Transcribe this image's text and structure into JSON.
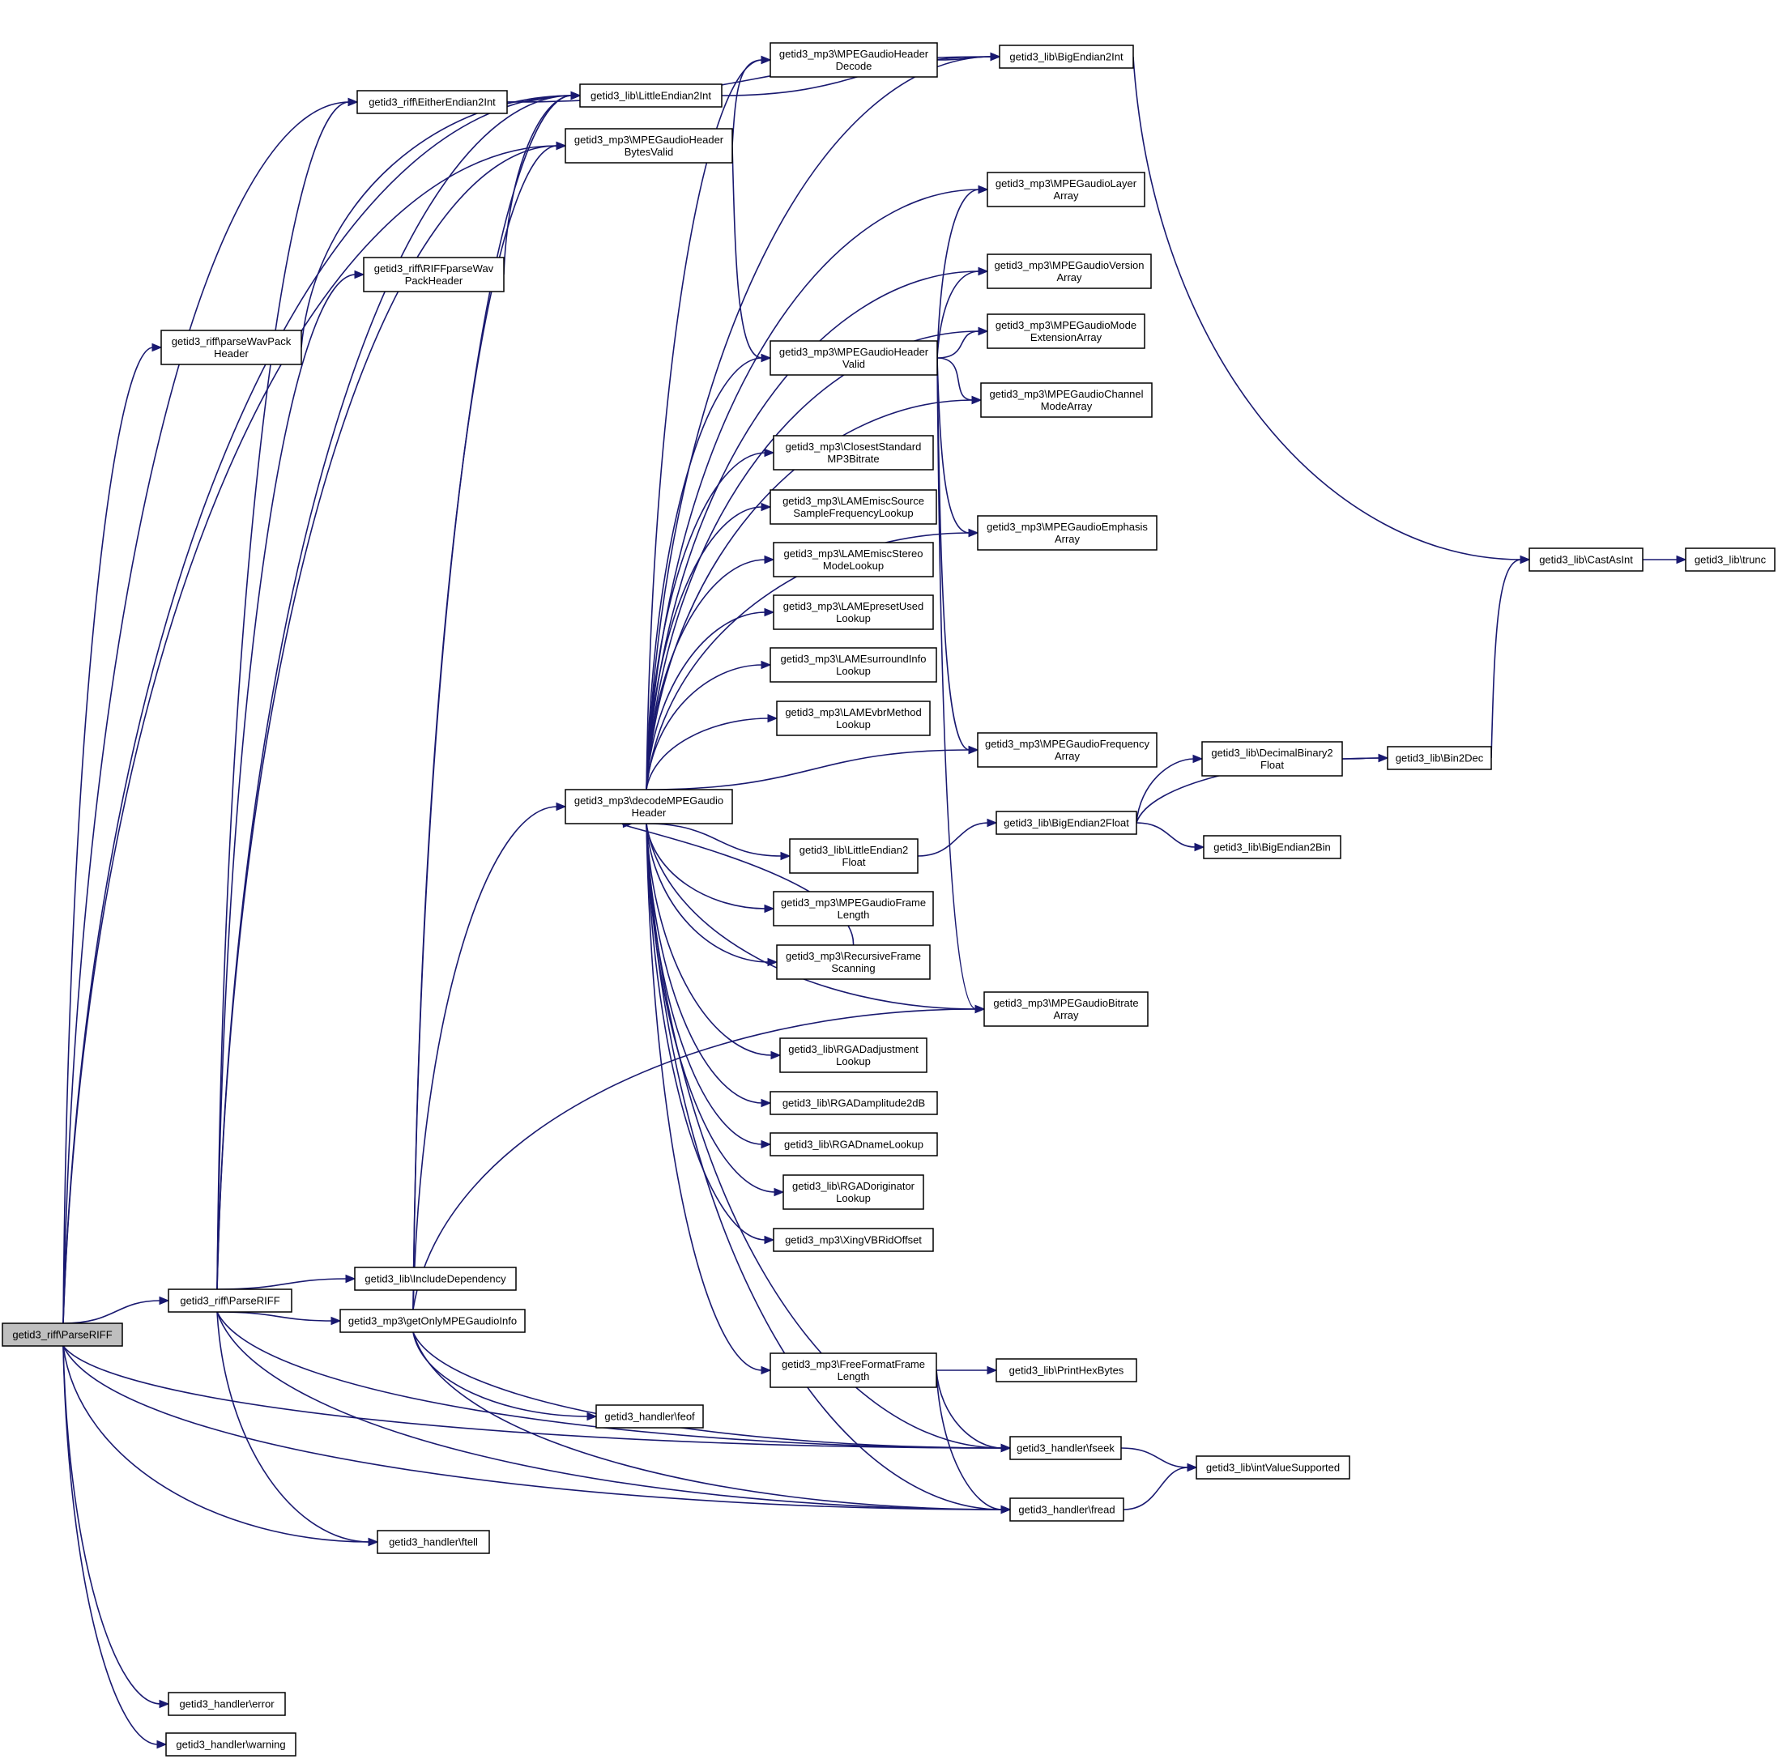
{
  "graph_title": "",
  "colors": {
    "edge": "#191970",
    "node_border": "#000000",
    "root_fill": "#bfbfbf",
    "node_fill": "#ffffff"
  },
  "nodes": [
    {
      "id": "root",
      "lines": [
        "getid3_riff\\ParseRIFF"
      ],
      "root": true
    },
    {
      "id": "either",
      "lines": [
        "getid3_riff\\EitherEndian2Int"
      ]
    },
    {
      "id": "parsewp",
      "lines": [
        "getid3_riff\\parseWavPack",
        "Header"
      ]
    },
    {
      "id": "parseriff2",
      "lines": [
        "getid3_riff\\ParseRIFF"
      ]
    },
    {
      "id": "herror",
      "lines": [
        "getid3_handler\\error"
      ]
    },
    {
      "id": "hwarning",
      "lines": [
        "getid3_handler\\warning"
      ]
    },
    {
      "id": "hftell",
      "lines": [
        "getid3_handler\\ftell"
      ]
    },
    {
      "id": "hfseek",
      "lines": [
        "getid3_handler\\fseek"
      ]
    },
    {
      "id": "hfread",
      "lines": [
        "getid3_handler\\fread"
      ]
    },
    {
      "id": "hfeof",
      "lines": [
        "getid3_handler\\feof"
      ]
    },
    {
      "id": "le2int",
      "lines": [
        "getid3_lib\\LittleEndian2Int"
      ]
    },
    {
      "id": "be2int",
      "lines": [
        "getid3_lib\\BigEndian2Int"
      ]
    },
    {
      "id": "riffwp",
      "lines": [
        "getid3_riff\\RIFFparseWav",
        "PackHeader"
      ]
    },
    {
      "id": "incdep",
      "lines": [
        "getid3_lib\\IncludeDependency"
      ]
    },
    {
      "id": "getonly",
      "lines": [
        "getid3_mp3\\getOnlyMPEGaudioInfo"
      ]
    },
    {
      "id": "hdrdecode",
      "lines": [
        "getid3_mp3\\MPEGaudioHeader",
        "Decode"
      ]
    },
    {
      "id": "hdrbytes",
      "lines": [
        "getid3_mp3\\MPEGaudioHeader",
        "BytesValid"
      ]
    },
    {
      "id": "hdrvalid",
      "lines": [
        "getid3_mp3\\MPEGaudioHeader",
        "Valid"
      ]
    },
    {
      "id": "closest",
      "lines": [
        "getid3_mp3\\ClosestStandard",
        "MP3Bitrate"
      ]
    },
    {
      "id": "lamesrc",
      "lines": [
        "getid3_mp3\\LAMEmiscSource",
        "SampleFrequencyLookup"
      ]
    },
    {
      "id": "lamestereo",
      "lines": [
        "getid3_mp3\\LAMEmiscStereo",
        "ModeLookup"
      ]
    },
    {
      "id": "lamepreset",
      "lines": [
        "getid3_mp3\\LAMEpresetUsed",
        "Lookup"
      ]
    },
    {
      "id": "lamesurround",
      "lines": [
        "getid3_mp3\\LAMEsurroundInfo",
        "Lookup"
      ]
    },
    {
      "id": "lamevbr",
      "lines": [
        "getid3_mp3\\LAMEvbrMethod",
        "Lookup"
      ]
    },
    {
      "id": "decode",
      "lines": [
        "getid3_mp3\\decodeMPEGaudio",
        "Header"
      ]
    },
    {
      "id": "le2float",
      "lines": [
        "getid3_lib\\LittleEndian2",
        "Float"
      ]
    },
    {
      "id": "framelen",
      "lines": [
        "getid3_mp3\\MPEGaudioFrame",
        "Length"
      ]
    },
    {
      "id": "recursive",
      "lines": [
        "getid3_mp3\\RecursiveFrame",
        "Scanning"
      ]
    },
    {
      "id": "rgaadj",
      "lines": [
        "getid3_lib\\RGADadjustment",
        "Lookup"
      ]
    },
    {
      "id": "rgaamp",
      "lines": [
        "getid3_lib\\RGADamplitude2dB"
      ]
    },
    {
      "id": "rganame",
      "lines": [
        "getid3_lib\\RGADnameLookup"
      ]
    },
    {
      "id": "rgaorig",
      "lines": [
        "getid3_lib\\RGADoriginator",
        "Lookup"
      ]
    },
    {
      "id": "xing",
      "lines": [
        "getid3_mp3\\XingVBRidOffset"
      ]
    },
    {
      "id": "freeformat",
      "lines": [
        "getid3_mp3\\FreeFormatFrame",
        "Length"
      ]
    },
    {
      "id": "layerarr",
      "lines": [
        "getid3_mp3\\MPEGaudioLayer",
        "Array"
      ]
    },
    {
      "id": "versionarr",
      "lines": [
        "getid3_mp3\\MPEGaudioVersion",
        "Array"
      ]
    },
    {
      "id": "modeext",
      "lines": [
        "getid3_mp3\\MPEGaudioMode",
        "ExtensionArray"
      ]
    },
    {
      "id": "channel",
      "lines": [
        "getid3_mp3\\MPEGaudioChannel",
        "ModeArray"
      ]
    },
    {
      "id": "emphasis",
      "lines": [
        "getid3_mp3\\MPEGaudioEmphasis",
        "Array"
      ]
    },
    {
      "id": "frequency",
      "lines": [
        "getid3_mp3\\MPEGaudioFrequency",
        "Array"
      ]
    },
    {
      "id": "bitrate",
      "lines": [
        "getid3_mp3\\MPEGaudioBitrate",
        "Array"
      ]
    },
    {
      "id": "be2float",
      "lines": [
        "getid3_lib\\BigEndian2Float"
      ]
    },
    {
      "id": "printhex",
      "lines": [
        "getid3_lib\\PrintHexBytes"
      ]
    },
    {
      "id": "intvalue",
      "lines": [
        "getid3_lib\\intValueSupported"
      ]
    },
    {
      "id": "decbin",
      "lines": [
        "getid3_lib\\DecimalBinary2",
        "Float"
      ]
    },
    {
      "id": "be2bin",
      "lines": [
        "getid3_lib\\BigEndian2Bin"
      ]
    },
    {
      "id": "bin2dec",
      "lines": [
        "getid3_lib\\Bin2Dec"
      ]
    },
    {
      "id": "castasint",
      "lines": [
        "getid3_lib\\CastAsInt"
      ]
    },
    {
      "id": "trunc",
      "lines": [
        "getid3_lib\\trunc"
      ]
    }
  ],
  "edges": [
    [
      "root",
      "either"
    ],
    [
      "root",
      "parsewp"
    ],
    [
      "root",
      "le2int"
    ],
    [
      "root",
      "parseriff2"
    ],
    [
      "root",
      "hdrbytes"
    ],
    [
      "root",
      "hftell"
    ],
    [
      "root",
      "hfseek"
    ],
    [
      "root",
      "hfread"
    ],
    [
      "root",
      "herror"
    ],
    [
      "root",
      "hwarning"
    ],
    [
      "either",
      "le2int"
    ],
    [
      "either",
      "be2int"
    ],
    [
      "parsewp",
      "le2int"
    ],
    [
      "riffwp",
      "le2int"
    ],
    [
      "parseriff2",
      "either"
    ],
    [
      "parseriff2",
      "riffwp"
    ],
    [
      "parseriff2",
      "le2int"
    ],
    [
      "parseriff2",
      "incdep"
    ],
    [
      "parseriff2",
      "getonly"
    ],
    [
      "parseriff2",
      "hftell"
    ],
    [
      "parseriff2",
      "hfseek"
    ],
    [
      "parseriff2",
      "hfread"
    ],
    [
      "parseriff2",
      "hdrbytes"
    ],
    [
      "le2int",
      "be2int"
    ],
    [
      "getonly",
      "le2int"
    ],
    [
      "getonly",
      "hdrbytes"
    ],
    [
      "getonly",
      "decode"
    ],
    [
      "getonly",
      "hfeof"
    ],
    [
      "getonly",
      "hfseek"
    ],
    [
      "getonly",
      "hfread"
    ],
    [
      "getonly",
      "bitrate"
    ],
    [
      "hdrbytes",
      "hdrdecode"
    ],
    [
      "hdrbytes",
      "hdrvalid"
    ],
    [
      "hdrdecode",
      "be2int"
    ],
    [
      "hdrvalid",
      "layerarr"
    ],
    [
      "hdrvalid",
      "versionarr"
    ],
    [
      "hdrvalid",
      "modeext"
    ],
    [
      "hdrvalid",
      "channel"
    ],
    [
      "hdrvalid",
      "emphasis"
    ],
    [
      "hdrvalid",
      "frequency"
    ],
    [
      "hdrvalid",
      "bitrate"
    ],
    [
      "decode",
      "hdrdecode"
    ],
    [
      "decode",
      "be2int"
    ],
    [
      "decode",
      "layerarr"
    ],
    [
      "decode",
      "versionarr"
    ],
    [
      "decode",
      "modeext"
    ],
    [
      "decode",
      "channel"
    ],
    [
      "decode",
      "hdrvalid"
    ],
    [
      "decode",
      "closest"
    ],
    [
      "decode",
      "lamesrc"
    ],
    [
      "decode",
      "lamestereo"
    ],
    [
      "decode",
      "lamepreset"
    ],
    [
      "decode",
      "lamesurround"
    ],
    [
      "decode",
      "lamevbr"
    ],
    [
      "decode",
      "emphasis"
    ],
    [
      "decode",
      "frequency"
    ],
    [
      "decode",
      "le2float"
    ],
    [
      "decode",
      "framelen"
    ],
    [
      "decode",
      "recursive"
    ],
    [
      "decode",
      "bitrate"
    ],
    [
      "decode",
      "rgaadj"
    ],
    [
      "decode",
      "rgaamp"
    ],
    [
      "decode",
      "rganame"
    ],
    [
      "decode",
      "rgaorig"
    ],
    [
      "decode",
      "xing"
    ],
    [
      "decode",
      "freeformat"
    ],
    [
      "decode",
      "hfseek"
    ],
    [
      "decode",
      "hfread"
    ],
    [
      "recursive",
      "decode"
    ],
    [
      "le2float",
      "be2float"
    ],
    [
      "be2float",
      "decbin"
    ],
    [
      "be2float",
      "bin2dec"
    ],
    [
      "be2float",
      "be2bin"
    ],
    [
      "decbin",
      "bin2dec"
    ],
    [
      "bin2dec",
      "castasint"
    ],
    [
      "be2int",
      "castasint"
    ],
    [
      "castasint",
      "trunc"
    ],
    [
      "freeformat",
      "printhex"
    ],
    [
      "freeformat",
      "hfseek"
    ],
    [
      "freeformat",
      "hfread"
    ],
    [
      "hfseek",
      "intvalue"
    ],
    [
      "hfread",
      "intvalue"
    ]
  ]
}
